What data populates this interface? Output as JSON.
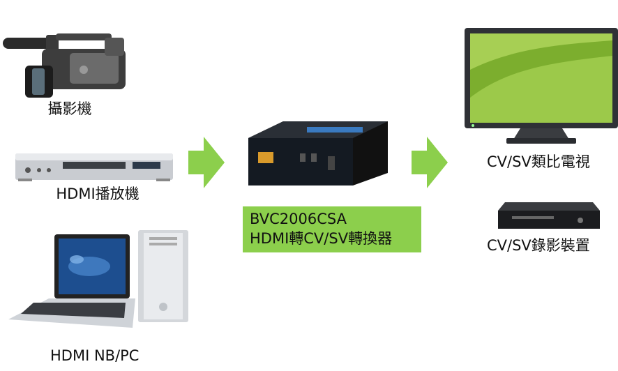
{
  "sources": [
    {
      "label": "攝影機",
      "icon": "camcorder-icon"
    },
    {
      "label": "HDMI播放機",
      "icon": "dvd-player-icon"
    },
    {
      "label": "HDMI NB/PC",
      "icon": "laptop-pc-icon"
    }
  ],
  "converter": {
    "model": "BVC2006CSA",
    "description": "HDMI轉CV/SV轉換器",
    "icon": "converter-box-icon",
    "box_color": "#8ccf4c"
  },
  "outputs": [
    {
      "label": "CV/SV類比電視",
      "icon": "tv-icon"
    },
    {
      "label": "CV/SV錄影裝置",
      "icon": "recorder-icon"
    }
  ],
  "colors": {
    "arrow": "#8ccf4c"
  }
}
